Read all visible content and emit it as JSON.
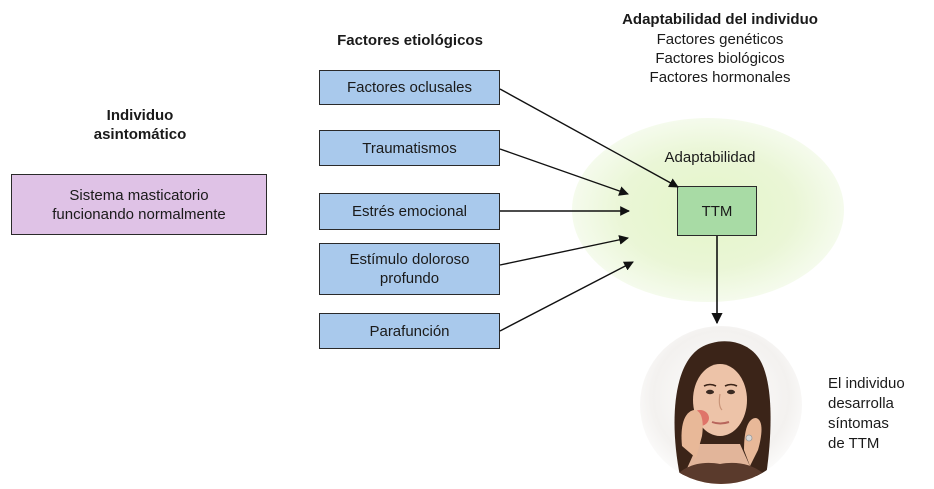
{
  "left": {
    "heading": [
      "Individuo",
      "asintomático"
    ],
    "system_box": [
      "Sistema masticatorio",
      "funcionando normalmente"
    ]
  },
  "factors": {
    "heading": "Factores etiológicos",
    "items": [
      [
        "Factores oclusales"
      ],
      [
        "Traumatismos"
      ],
      [
        "Estrés emocional"
      ],
      [
        "Estímulo doloroso",
        "profundo"
      ],
      [
        "Parafunción"
      ]
    ]
  },
  "adaptability": {
    "heading": "Adaptabilidad del individuo",
    "lines": [
      "Factores genéticos",
      "Factores biológicos",
      "Factores hormonales"
    ],
    "halo_label": "Adaptabilidad",
    "ttm_label": "TTM"
  },
  "outcome": {
    "lines": [
      "El individuo",
      "desarrolla",
      "síntomas",
      "de TTM"
    ]
  },
  "colors": {
    "factor_fill": "#a9c9ec",
    "system_fill": "#dfc2e6",
    "ttm_fill": "#a8dba5",
    "halo_fill": "#e4f5c9",
    "arrow": "#111111"
  }
}
